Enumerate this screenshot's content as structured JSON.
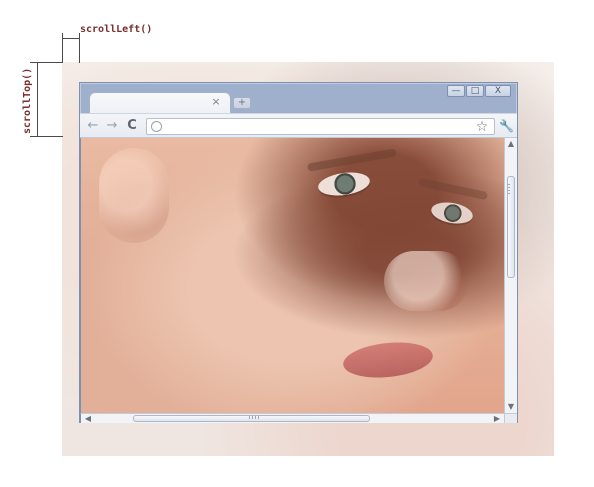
{
  "annotations": {
    "scroll_left_label": "scrollLeft()",
    "scroll_top_label": "scrollTop()"
  },
  "browser": {
    "tab": {
      "close_glyph": "×",
      "new_tab_glyph": "+"
    },
    "window_buttons": {
      "minimize_glyph": "—",
      "maximize_glyph": "□",
      "close_glyph": "X"
    },
    "toolbar": {
      "back_glyph": "←",
      "forward_glyph": "→",
      "reload_glyph": "C",
      "star_glyph": "☆",
      "wrench_glyph": "🔧"
    }
  },
  "scrollbars": {
    "up_glyph": "▲",
    "down_glyph": "▼",
    "left_glyph": "◀",
    "right_glyph": "▶",
    "horizontal_grip_glyph": "|||",
    "vertical_grip_glyph": "≡"
  },
  "colors": {
    "annotation_text": "#7a2d2d",
    "window_frame": "#9fb0cc",
    "toolbar_bg": "#e7ebf2"
  }
}
